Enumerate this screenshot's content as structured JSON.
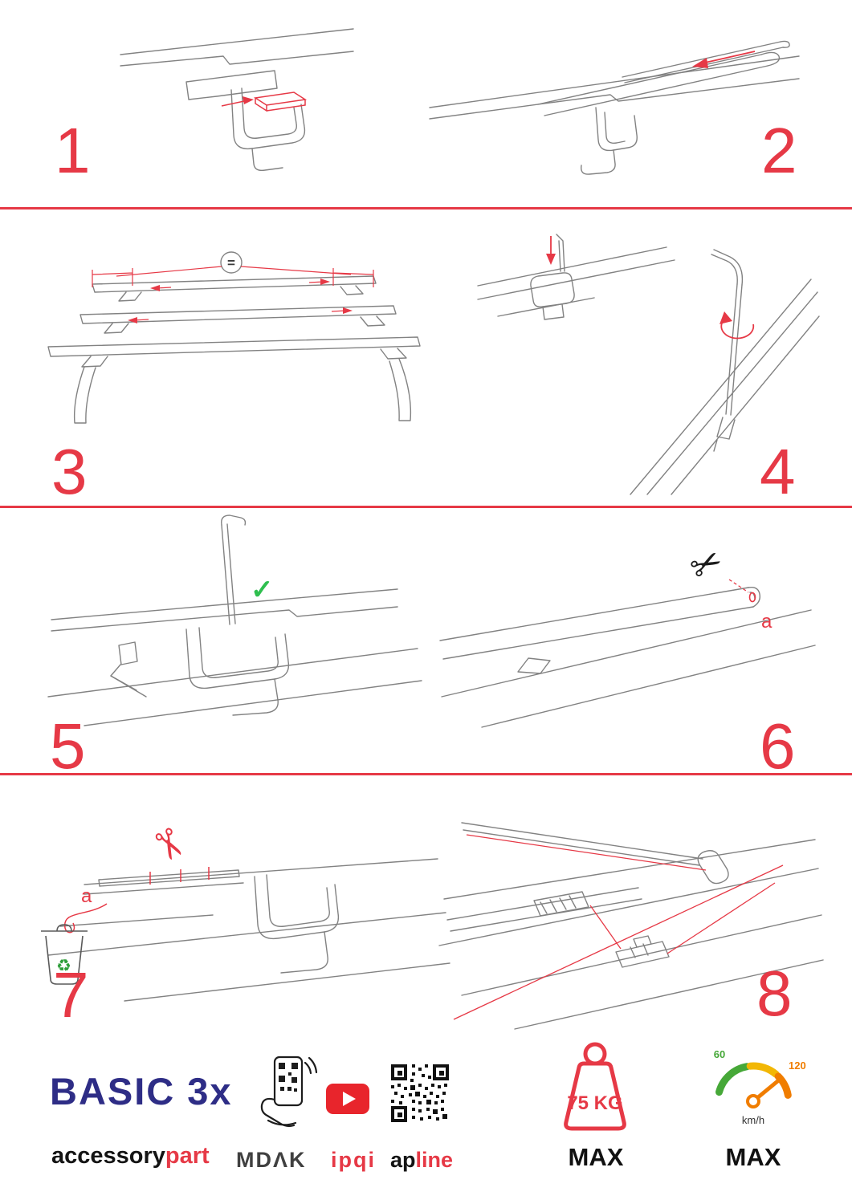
{
  "doc": {
    "type": "roof-rack-mounting-instructions",
    "steps": [
      {
        "number": "1"
      },
      {
        "number": "2"
      },
      {
        "number": "3"
      },
      {
        "number": "4"
      },
      {
        "number": "5"
      },
      {
        "number": "6"
      },
      {
        "number": "7"
      },
      {
        "number": "8"
      }
    ],
    "annotations": {
      "equal_spacing_symbol": "=",
      "ok_check": "✓",
      "scissors_symbol": "✂",
      "cut_label_step6": "a",
      "cut_label_step7": "a",
      "recycle_symbol": "♻"
    }
  },
  "footer": {
    "product_name": "BASIC 3x",
    "brand_prefix": "accessory",
    "brand_suffix": "part",
    "logo_mdak": "MDΛK",
    "logo_ipqi": "ipqi",
    "logo_apline_prefix": "ap",
    "logo_apline_suffix": "line",
    "max_load": {
      "value": "75 KG",
      "label": "MAX"
    },
    "max_speed": {
      "low_tick": "60",
      "high_tick": "120",
      "unit": "km/h",
      "label": "MAX"
    }
  },
  "colors": {
    "accent_red": "#e63946",
    "navy_logo": "#2e2d86",
    "check_green": "#2fbf4f",
    "gauge_green": "#46a838",
    "gauge_yellow": "#f2b705",
    "gauge_orange": "#f07d00",
    "line_gray": "#828282"
  }
}
